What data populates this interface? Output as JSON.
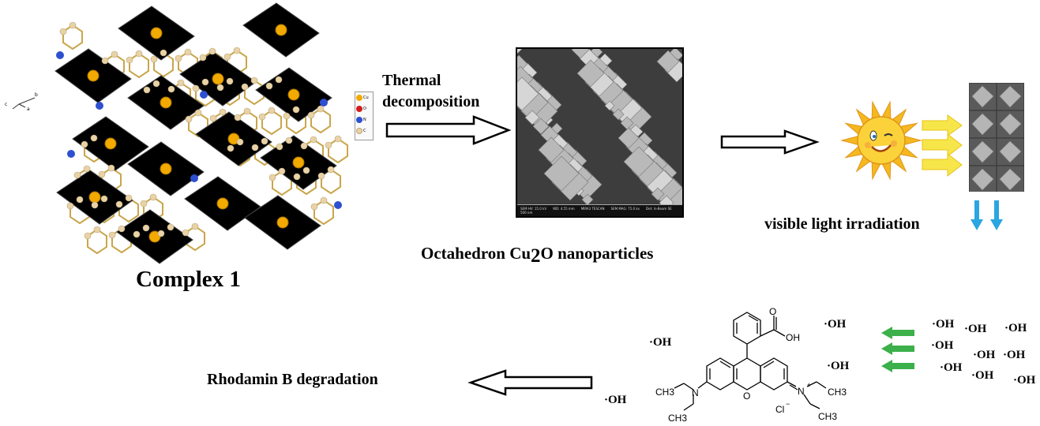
{
  "labels": {
    "complex": "Complex 1",
    "thermal_line1": "Thermal",
    "thermal_line2": "decomposition",
    "octahedron_prefix": "Octahedron Cu",
    "octahedron_sub": "2",
    "octahedron_suffix": "O nanoparticles",
    "visible_light": "visible light irradiation",
    "rhodamine_degradation": "Rhodamin B degradation"
  },
  "legend": {
    "items": [
      {
        "symbol": "Cu",
        "color": "#f2a900"
      },
      {
        "symbol": "O",
        "color": "#d41b1b"
      },
      {
        "symbol": "N",
        "color": "#2d4fd0"
      },
      {
        "symbol": "C",
        "color": "#e9d3a6"
      }
    ]
  },
  "axes_labels": {
    "a": "a",
    "b": "b",
    "c": "c"
  },
  "sem_bar": {
    "hv": "SEM HV: 15.0 kV",
    "wd": "WD: 4.55 mm",
    "mag": "SEM MAG: 75.0 kx",
    "det": "Det: In-Beam SE",
    "scale": "500 nm",
    "brand": "MIRA3 TESCAN"
  },
  "molecule": {
    "ch3_a": "CH3",
    "ch3_b": "CH3",
    "ch3_c": "CH3",
    "ch3_d": "CH3",
    "n_left": "N",
    "n_right": "N",
    "plus": "+",
    "o_ring": "O",
    "o_carbonyl": "O",
    "oh_acid": "OH",
    "chloride": "Cl",
    "minus": "−"
  },
  "radicals": {
    "hydroxyl": "·OH"
  },
  "colors": {
    "sun": "#f5b820",
    "light_arrows": "#f7e64a",
    "down_arrows": "#2aa6e0",
    "green_arrows": "#3cb04a",
    "polyhedra": "#000000"
  }
}
